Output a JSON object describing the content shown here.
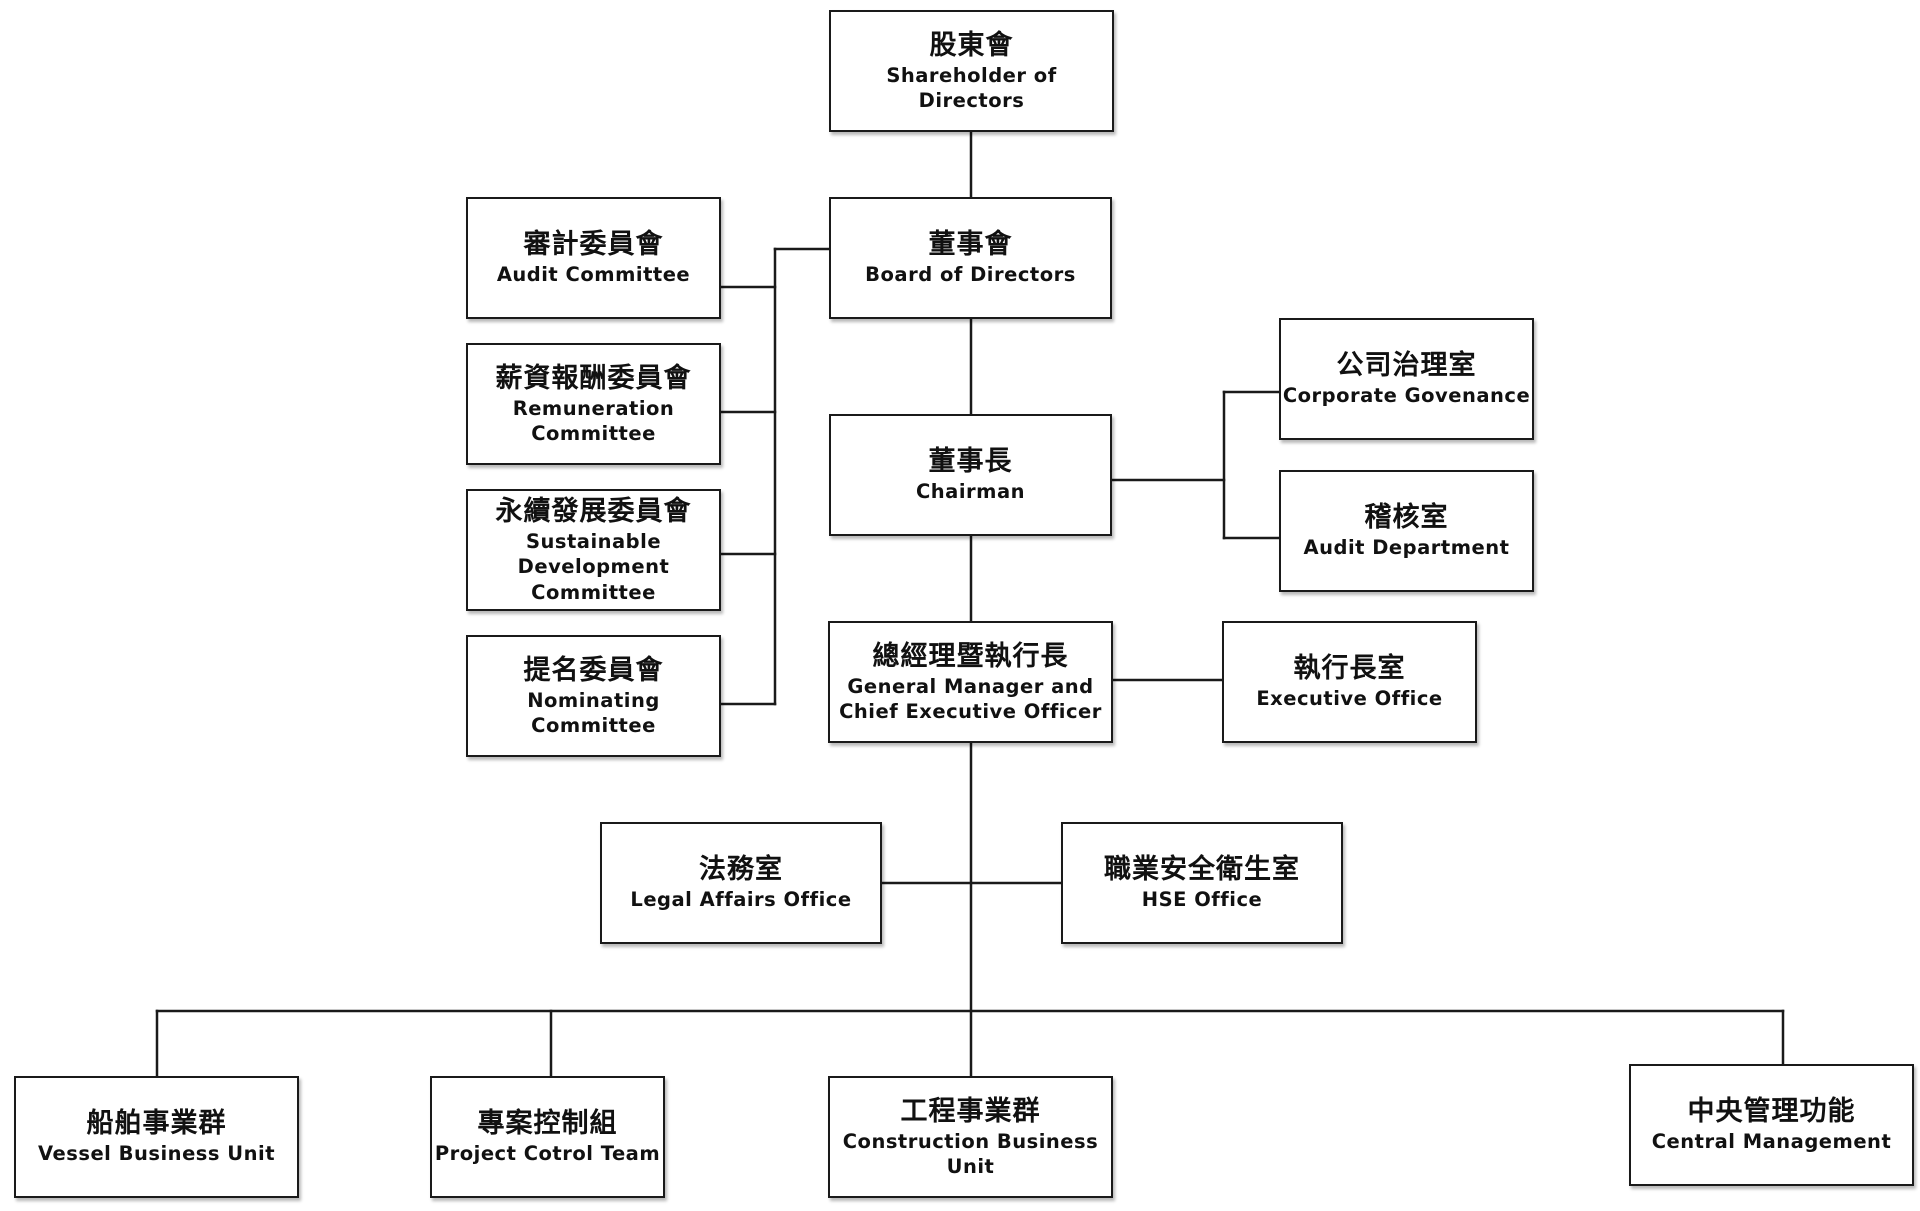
{
  "org_chart": {
    "shareholders": {
      "zh": "股東會",
      "en": "Shareholder of Directors"
    },
    "board": {
      "zh": "董事會",
      "en": "Board of Directors"
    },
    "chairman": {
      "zh": "董事長",
      "en": "Chairman"
    },
    "gm_ceo": {
      "zh": "總經理暨執行長",
      "en": "General Manager and\nChief Executive Officer"
    },
    "committees": {
      "audit": {
        "zh": "審計委員會",
        "en": "Audit Committee"
      },
      "remuneration": {
        "zh": "薪資報酬委員會",
        "en": "Remuneration\nCommittee"
      },
      "sustainable": {
        "zh": "永續發展委員會",
        "en": "Sustainable\nDevelopment\nCommittee"
      },
      "nominating": {
        "zh": "提名委員會",
        "en": "Nominating\nCommittee"
      }
    },
    "chairman_offices": {
      "corporate_governance": {
        "zh": "公司治理室",
        "en": "Corporate Govenance"
      },
      "audit_department": {
        "zh": "稽核室",
        "en": "Audit Department"
      }
    },
    "executive_office": {
      "zh": "執行長室",
      "en": "Executive Office"
    },
    "legal": {
      "zh": "法務室",
      "en": "Legal Affairs Office"
    },
    "hse": {
      "zh": "職業安全衛生室",
      "en": "HSE Office"
    },
    "units": {
      "vessel": {
        "zh": "船舶事業群",
        "en": "Vessel Business Unit"
      },
      "project": {
        "zh": "專案控制組",
        "en": "Project Cotrol Team"
      },
      "construction": {
        "zh": "工程事業群",
        "en": "Construction Business\nUnit"
      },
      "central": {
        "zh": "中央管理功能",
        "en": "Central Management"
      }
    },
    "colors": {
      "line": "#1a1a1a",
      "box_border": "#1a1a1a",
      "text": "#111111",
      "background": "#ffffff"
    }
  }
}
